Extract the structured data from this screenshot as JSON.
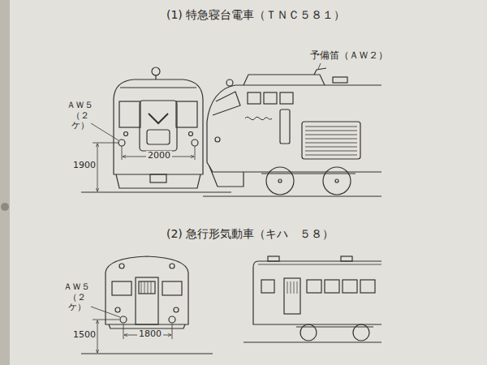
{
  "diagram": {
    "labels": [
      "(1) 特急寝台電車（ＴＮＣ５８１）",
      "予備笛（ＡＷ２）",
      "ＡＷ５ （２ケ）",
      "2000",
      "1900",
      "(2) 急行形気動車（キハ　５８）",
      "ＡＷ５ （２ケ）",
      "1800",
      "1500"
    ]
  }
}
